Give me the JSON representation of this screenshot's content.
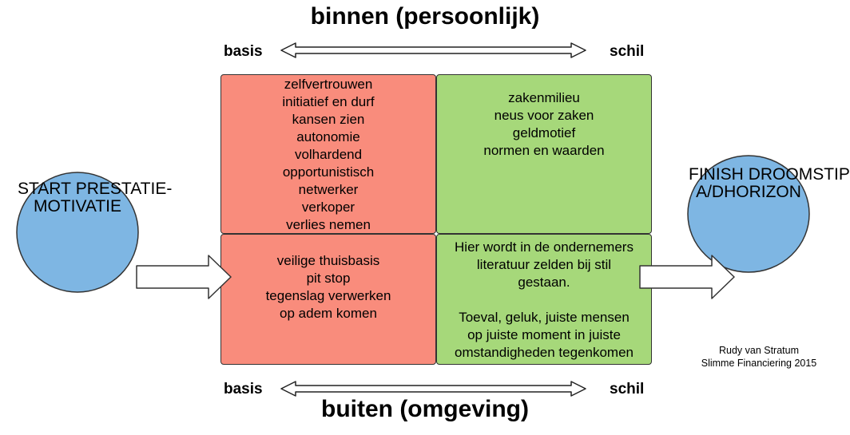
{
  "top_title": "binnen (persoonlijk)",
  "bottom_title": "buiten (omgeving)",
  "axis": {
    "top_left": "basis",
    "top_right": "schil",
    "bottom_left": "basis",
    "bottom_right": "schil"
  },
  "quadrants": {
    "top_left": {
      "color": "#f98c7c",
      "lines": [
        "zelfvertrouwen",
        "initiatief en durf",
        "kansen zien",
        "autonomie",
        "volhardend",
        "opportunistisch",
        "netwerker",
        "verkoper",
        "verlies nemen"
      ]
    },
    "top_right": {
      "color": "#a6d87a",
      "lines": [
        "zakenmilieu",
        "neus voor zaken",
        "geldmotief",
        "normen en waarden"
      ]
    },
    "bottom_left": {
      "color": "#f98c7c",
      "lines": [
        "veilige thuisbasis",
        "pit stop",
        "tegenslag verwerken",
        "op adem komen"
      ]
    },
    "bottom_right": {
      "color": "#a6d87a",
      "lines": [
        "Hier wordt in de ondernemers",
        "literatuur zelden bij stil",
        "gestaan.",
        "",
        "Toeval, geluk, juiste mensen",
        "op juiste moment in juiste",
        "omstandigheden tegenkomen"
      ]
    }
  },
  "start": {
    "lines": [
      "START",
      "",
      "PRESTATIE-",
      "MOTIVATIE"
    ],
    "color": "#7eb6e3"
  },
  "finish": {
    "lines": [
      "FINISH",
      "",
      "DROOM",
      "STIP A/D",
      "HORIZON"
    ],
    "color": "#7eb6e3"
  },
  "credit": {
    "line1": "Rudy van Stratum",
    "line2": "Slimme Financiering 2015"
  }
}
